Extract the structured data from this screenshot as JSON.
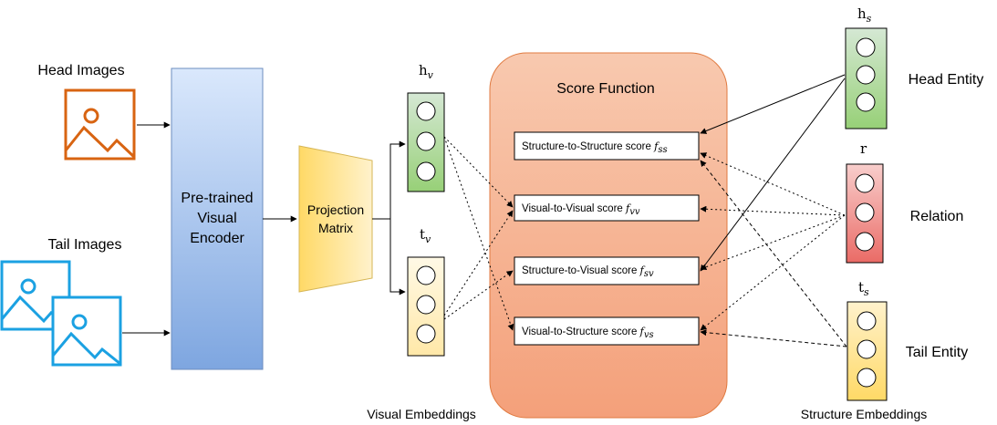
{
  "inputs": {
    "head_images_label": "Head Images",
    "tail_images_label": "Tail Images",
    "head_icon_color": "#D86412",
    "tail_icon_color": "#1BA1E2"
  },
  "encoder": {
    "label_line1": "Pre-trained",
    "label_line2": "Visual",
    "label_line3": "Encoder"
  },
  "projection": {
    "label_line1": "Projection",
    "label_line2": "Matrix"
  },
  "visual_embeddings": {
    "caption": "Visual Embeddings",
    "head_symbol": "h",
    "head_sub": "v",
    "tail_symbol": "t",
    "tail_sub": "v"
  },
  "score_function": {
    "title": "Score Function",
    "scores": [
      {
        "label": "Structure-to-Structure score ",
        "f": "f",
        "sub": "ss"
      },
      {
        "label": "Visual-to-Visual score ",
        "f": "f",
        "sub": "vv"
      },
      {
        "label": "Structure-to-Visual score ",
        "f": "f",
        "sub": "sv"
      },
      {
        "label": "Visual-to-Structure score ",
        "f": "f",
        "sub": "vs"
      }
    ]
  },
  "structure_embeddings": {
    "caption": "Structure Embeddings",
    "head_symbol": "h",
    "head_sub": "s",
    "head_label": "Head Entity",
    "relation_symbol": "r",
    "relation_label": "Relation",
    "tail_symbol": "t",
    "tail_sub": "s",
    "tail_label": "Tail Entity"
  }
}
